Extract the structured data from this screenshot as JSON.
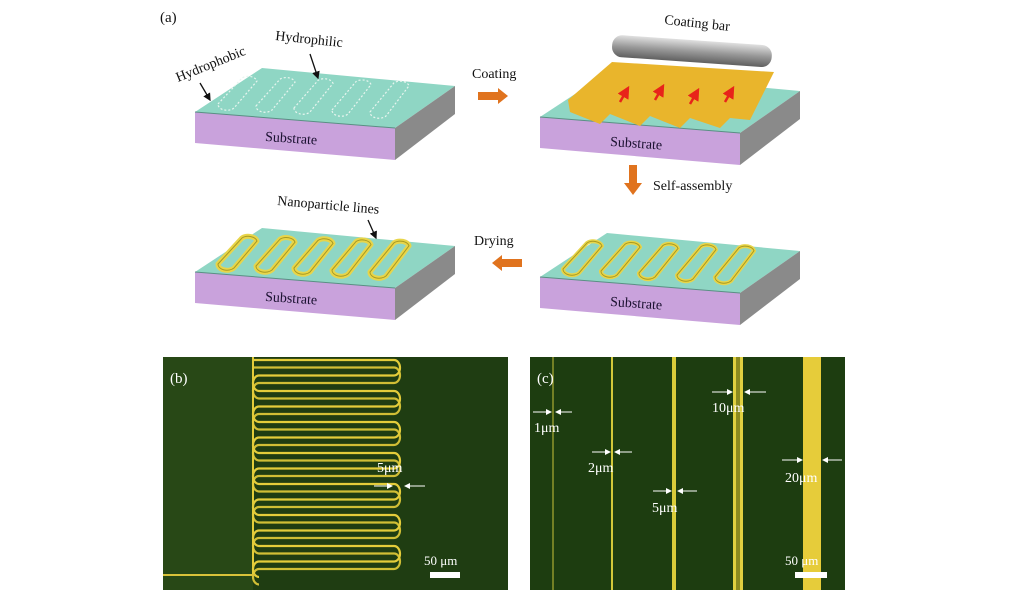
{
  "panel_a": {
    "label": "(a)",
    "hydrophobic": "Hydrophobic",
    "hydrophilic": "Hydrophilic",
    "coating": "Coating",
    "coating_bar": "Coating bar",
    "self_assembly": "Self-assembly",
    "drying": "Drying",
    "nanoparticle_lines": "Nanoparticle lines",
    "substrate": "Substrate"
  },
  "panel_b": {
    "label": "(b)",
    "width_label": "5μm",
    "scale_bar": "50 μm"
  },
  "panel_c": {
    "label": "(c)",
    "widths": [
      "1μm",
      "2μm",
      "5μm",
      "10μm",
      "20μm"
    ],
    "scale_bar": "50 μm"
  },
  "colors": {
    "top": "#8fd6c4",
    "front": "#c9a2dc",
    "side": "#8a8a8a",
    "arrow": "#e0731e",
    "gold": "#e8d54a",
    "micro_bg": "#1f3d12"
  }
}
